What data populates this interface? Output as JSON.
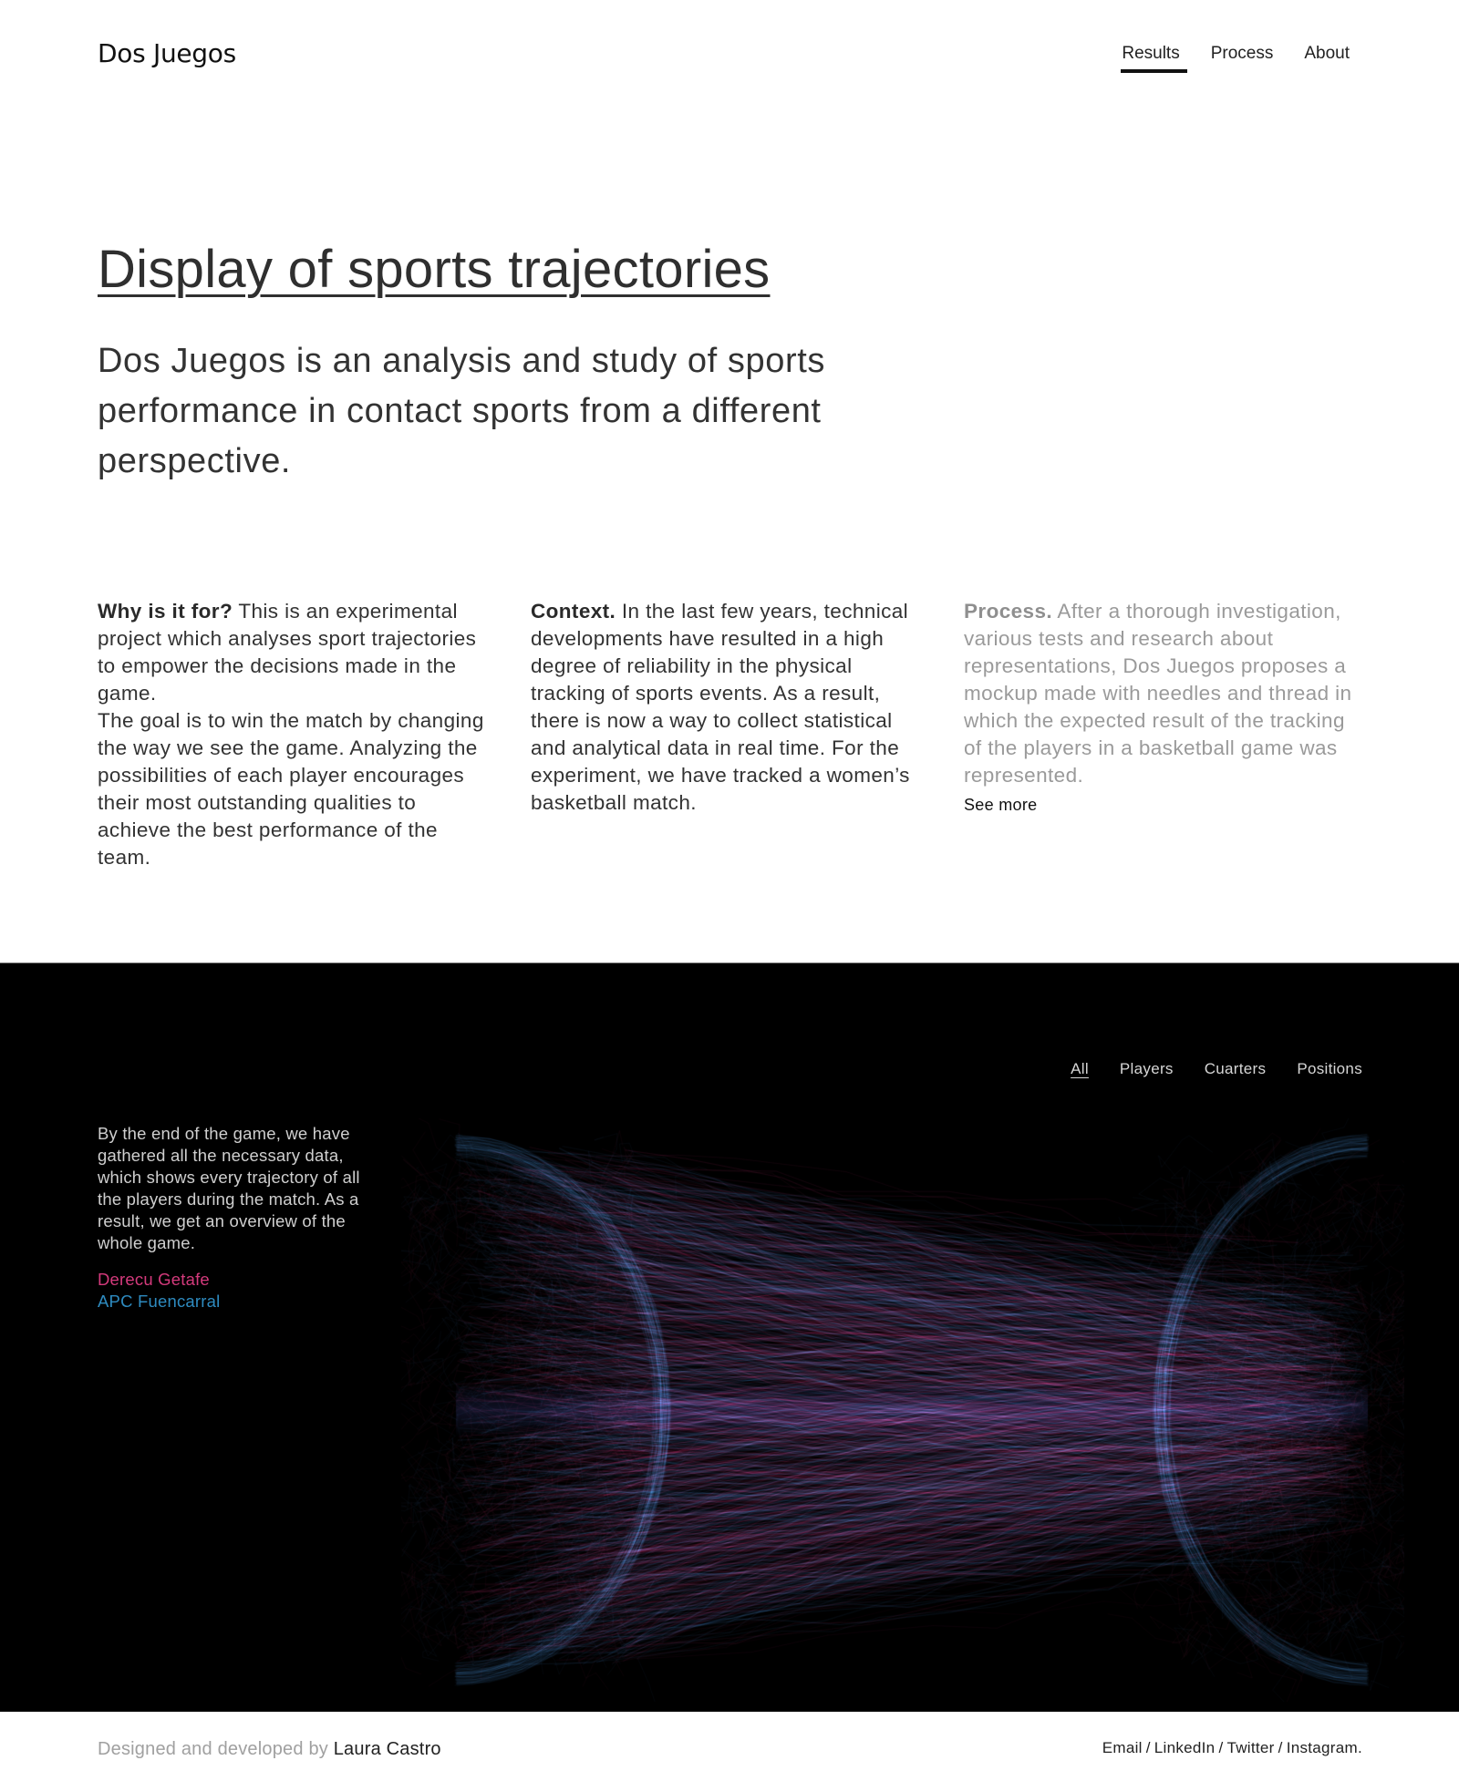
{
  "header": {
    "logo": "Dos Juegos",
    "nav": [
      {
        "label": "Results",
        "active": true
      },
      {
        "label": "Process",
        "active": false
      },
      {
        "label": "About",
        "active": false
      }
    ]
  },
  "hero": {
    "title": "Display of sports trajectories",
    "lead": "Dos Juegos is an analysis and study of sports performance in contact sports from a different perspective."
  },
  "columns": [
    {
      "heading": "Why is it for?",
      "body_1": " This is an experimental project which analyses sport trajectories to empower the decisions made in the game.",
      "body_2": "The goal is to win the match by changing the way we see the game. Analyzing the possibilities of each player encourages their most outstanding qualities to achieve the best performance of the team."
    },
    {
      "heading": "Context.",
      "body_1": " In the last few years, technical developments have resulted in a high degree of reliability in the physical tracking of sports events. As a result, there is now a way to collect statistical and analytical data in real time. For the experiment, we have tracked a women’s basketball match."
    },
    {
      "heading": "Process.",
      "body_1": " After a thorough investigation, various tests and research about representations, Dos Juegos proposes a mockup made with needles and thread in which the expected result of the tracking of the players in a basketball game was represented.",
      "link": "See more"
    }
  ],
  "results": {
    "filters": [
      {
        "label": "All",
        "active": true
      },
      {
        "label": "Players",
        "active": false
      },
      {
        "label": "Cuarters",
        "active": false
      },
      {
        "label": "Positions",
        "active": false
      }
    ],
    "description": "By the end of the game, we have gathered all the necessary data, which shows every trajectory of all the players during the match. As a result, we get an overview of the whole game.",
    "teams": [
      {
        "name": "Derecu Getafe",
        "color": "#d43a7c"
      },
      {
        "name": "APC Fuencarral",
        "color": "#2e8bc0"
      }
    ],
    "visualization": {
      "type": "trajectory-court-overlay",
      "background": "#000000",
      "colors": [
        "#c2266a",
        "#3a7fc4"
      ]
    }
  },
  "footer": {
    "credit_prefix": "Designed and developed by ",
    "credit_name": "Laura Castro",
    "social": [
      "Email",
      "LinkedIn",
      "Twitter",
      "Instagram."
    ]
  }
}
